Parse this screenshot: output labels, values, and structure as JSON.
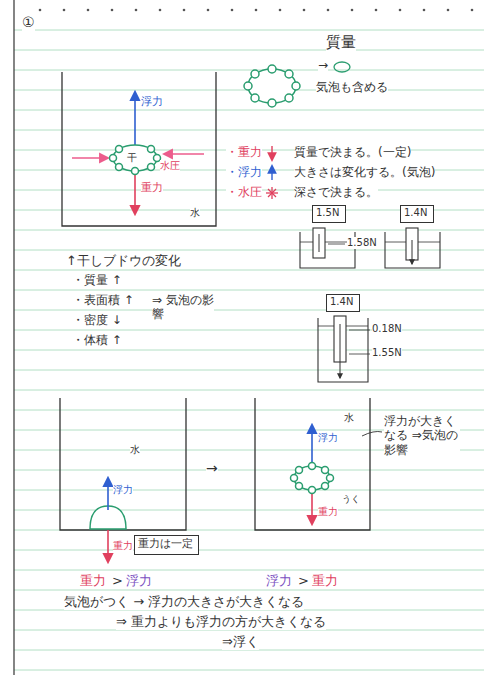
{
  "diagram": {
    "nodes": [
      {
        "text": [
          "1.5N"
        ]
      },
      {
        "text": [
          "1.4N"
        ]
      },
      {
        "text": [
          "1.4N"
        ]
      },
      {
        "text": [
          "重力は一定"
        ]
      }
    ],
    "labels": [
      "①",
      "質量",
      "→",
      "気泡も含める",
      "浮力",
      "干",
      "水圧",
      "重力",
      "水",
      "・重力",
      "・浮力",
      "・水圧",
      "質量で決まる。(一定)",
      "大きさは変化する。(気泡)",
      "深さで決まる。",
      "1.58N",
      "0.18N",
      "1.55N",
      "↑干しブドウの変化",
      "・質量 ↑",
      "・表面積 ↑",
      "・密度 ↓",
      "・体積 ↑",
      "⇒ 気泡の影響",
      "水",
      "浮力",
      "重力",
      "→",
      "水",
      "浮力",
      "うく",
      "重力",
      "浮力が大きくなる ⇒気泡の影響",
      "重力",
      ">",
      "浮力",
      "浮力",
      ">",
      "重力",
      "気泡がつく → 浮力の大きさが大きくなる",
      "⇒ 重力よりも浮力の方が大きくなる",
      "⇒浮く"
    ]
  }
}
